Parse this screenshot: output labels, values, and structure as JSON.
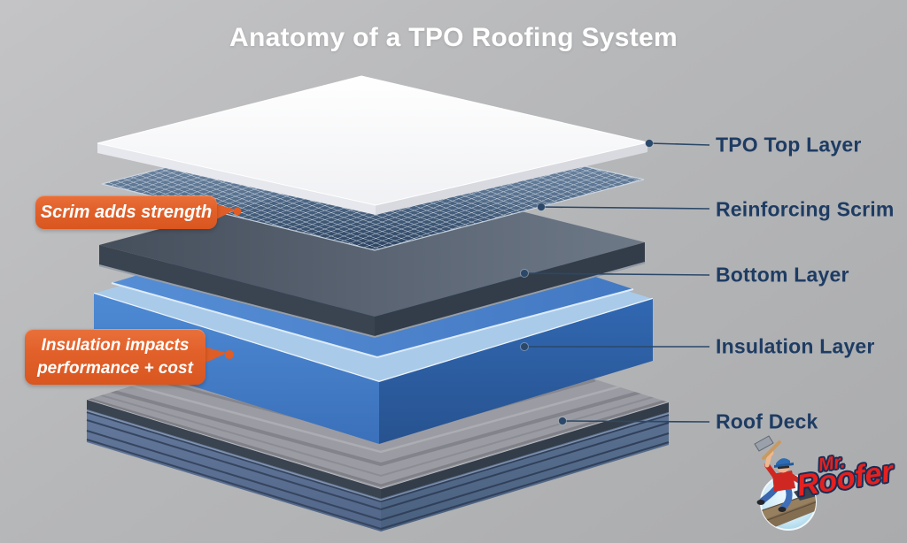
{
  "title": "Anatomy of a TPO Roofing System",
  "diagram": {
    "layers": [
      {
        "id": "tpo-top-layer",
        "label": "TPO Top Layer",
        "color": "#f5f6f8"
      },
      {
        "id": "reinforcing-scrim",
        "label": "Reinforcing Scrim",
        "color": "#55749a"
      },
      {
        "id": "bottom-layer",
        "label": "Bottom Layer",
        "color": "#454f5d"
      },
      {
        "id": "insulation-layer",
        "label": "Insulation Layer",
        "color": "#3d76c1"
      },
      {
        "id": "roof-deck",
        "label": "Roof Deck",
        "color": "#9b9ca3"
      }
    ],
    "callouts": [
      {
        "target": "reinforcing-scrim",
        "text": "Scrim adds strength"
      },
      {
        "target": "insulation-layer",
        "line1": "Insulation impacts",
        "line2": "performance + cost"
      }
    ]
  },
  "logo": {
    "prefix": "Mr.",
    "name": "Roofer"
  },
  "colors": {
    "background": "#b6b7b9",
    "title_text": "#ffffff",
    "label_text": "#1e3c63",
    "leader_line": "#2b4868",
    "callout_orange": "#e2612b",
    "logo_red": "#e4211f",
    "insulation_blue": "#4379c2",
    "scrim_blue": "#55749a",
    "bottom_layer_gray": "#454f5d",
    "deck_wood_gray": "#9b9ca3",
    "deck_side_blue_gray": "#5f7494"
  }
}
